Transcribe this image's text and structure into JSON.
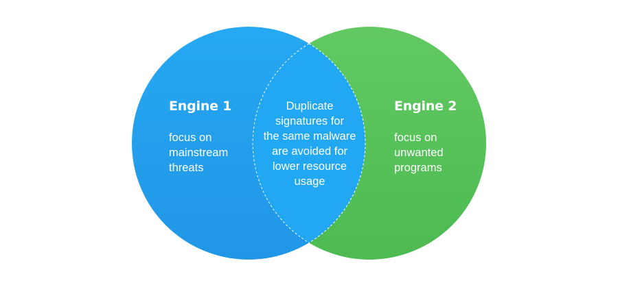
{
  "colors": {
    "engine1_fill": "#2196e6",
    "engine1_fill_light": "#26a8f2",
    "engine2_fill": "#4dba52",
    "engine2_fill_light": "#62c962",
    "overlap_fill": "#22a8f2",
    "dash_stroke": "#ffffff",
    "text": "#ffffff"
  },
  "engine1": {
    "title": "Engine 1",
    "lines": [
      "focus on",
      "mainstream",
      "threats"
    ]
  },
  "engine2": {
    "title": "Engine 2",
    "lines": [
      "focus on",
      "unwanted",
      "programs"
    ]
  },
  "overlap": {
    "lines": [
      "Duplicate",
      "signatures for",
      "the same malware",
      "are avoided for",
      "lower resource",
      "usage"
    ]
  }
}
